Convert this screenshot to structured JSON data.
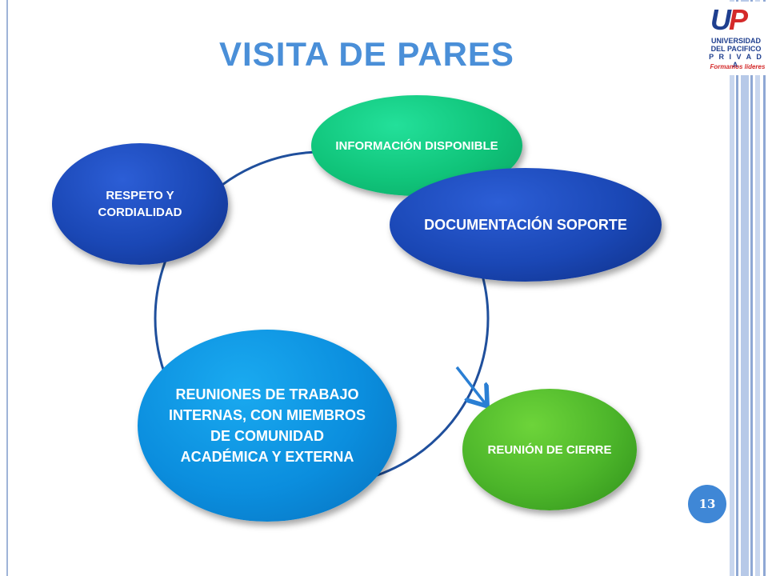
{
  "title": "VISITA DE PARES",
  "logo": {
    "mark_left": "U",
    "mark_right": "P",
    "line1": "UNIVERSIDAD",
    "line2": "DEL PACIFICO",
    "line3": "P R I V A D A",
    "slogan": "Formamos líderes"
  },
  "nodes": {
    "informacion": "INFORMACIÓN DISPONIBLE",
    "respeto": "RESPETO Y CORDIALIDAD",
    "documentacion": "DOCUMENTACIÓN SOPORTE",
    "reuniones": "REUNIONES DE TRABAJO INTERNAS, CON MIEMBROS DE COMUNIDAD ACADÉMICA Y EXTERNA",
    "cierre": "REUNIÓN DE CIERRE"
  },
  "page_number": "13",
  "colors": {
    "title": "#4a8fd8",
    "cycle_line": "#1f4f9c",
    "arrow": "#2a7fd4",
    "green_node": "#10c47a",
    "blue_node": "#1a47b5",
    "light_blue_node": "#0b8ede",
    "lime_node": "#4cb52a"
  }
}
